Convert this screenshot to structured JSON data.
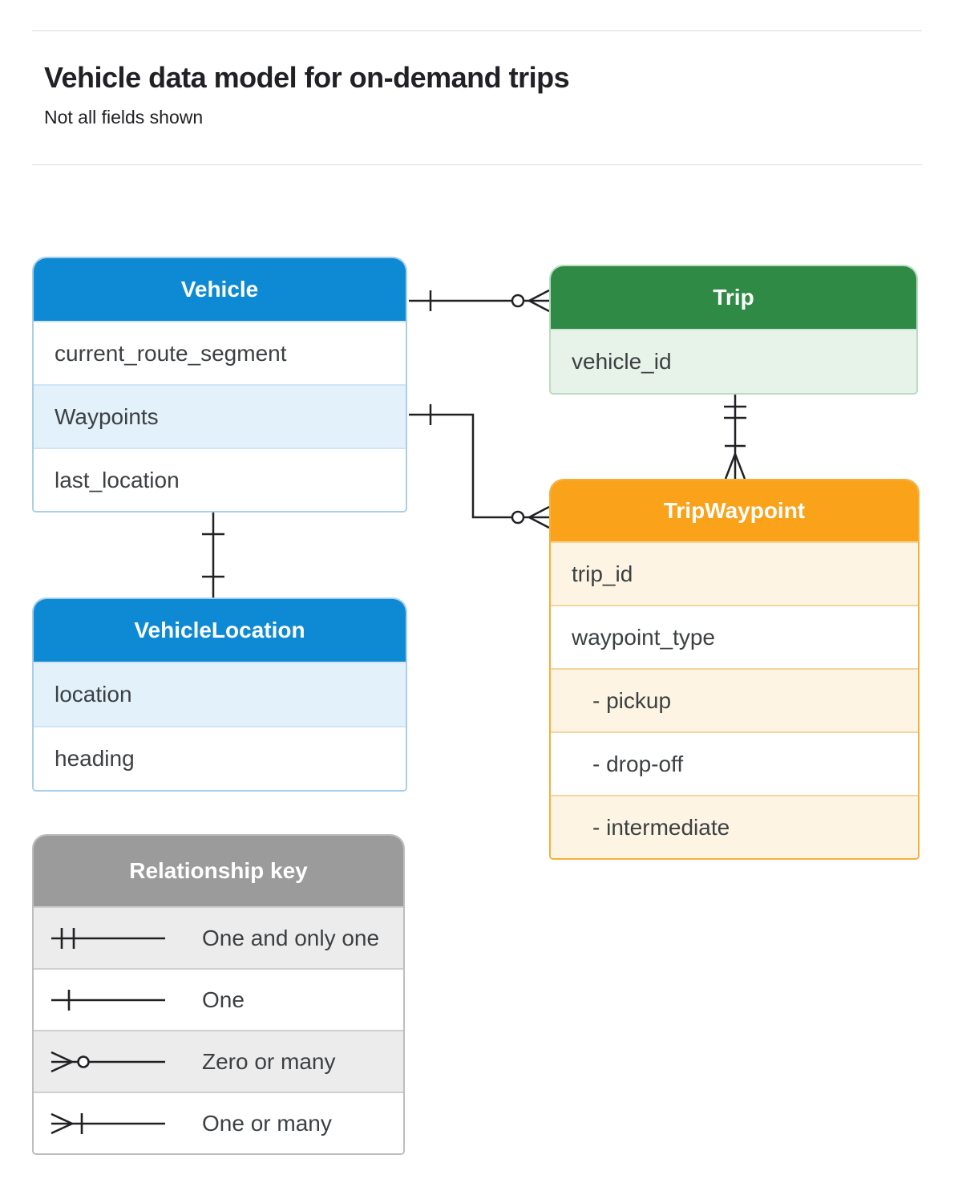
{
  "header": {
    "title": "Vehicle data model for on-demand trips",
    "subtitle": "Not all fields shown"
  },
  "colors": {
    "blue_header": "#0d8ad3",
    "green_header": "#2e8a44",
    "orange_header": "#f9a21a",
    "gray_header": "#9b9b9b",
    "blue_tint": "#e3f1fb",
    "green_tint": "#e7f2e9",
    "orange_tint": "#fdf4e3",
    "field_text": "#3c4043"
  },
  "entities": {
    "vehicle": {
      "title": "Vehicle",
      "rows": [
        "current_route_segment",
        "Waypoints",
        "last_location"
      ]
    },
    "trip": {
      "title": "Trip",
      "rows": [
        "vehicle_id"
      ]
    },
    "tripWaypoint": {
      "title": "TripWaypoint",
      "rows": [
        "trip_id",
        "waypoint_type",
        "- pickup",
        "- drop-off",
        "- intermediate"
      ]
    },
    "vehicleLocation": {
      "title": "VehicleLocation",
      "rows": [
        "location",
        "heading"
      ]
    }
  },
  "relationships": [
    {
      "from": "Vehicle",
      "to": "Trip",
      "from_cardinality": "one",
      "to_cardinality": "zero-or-many"
    },
    {
      "from": "Vehicle.Waypoints",
      "to": "TripWaypoint",
      "from_cardinality": "one",
      "to_cardinality": "zero-or-many"
    },
    {
      "from": "Trip",
      "to": "TripWaypoint",
      "from_cardinality": "one-and-only-one",
      "to_cardinality": "one-or-many"
    },
    {
      "from": "Vehicle",
      "to": "VehicleLocation",
      "from_cardinality": "one",
      "to_cardinality": "one"
    }
  ],
  "legend": {
    "title": "Relationship key",
    "items": [
      {
        "icon": "one-and-only-one-icon",
        "label": "One and only one"
      },
      {
        "icon": "one-icon",
        "label": "One"
      },
      {
        "icon": "zero-or-many-icon",
        "label": "Zero or many"
      },
      {
        "icon": "one-or-many-icon",
        "label": "One or many"
      }
    ]
  }
}
